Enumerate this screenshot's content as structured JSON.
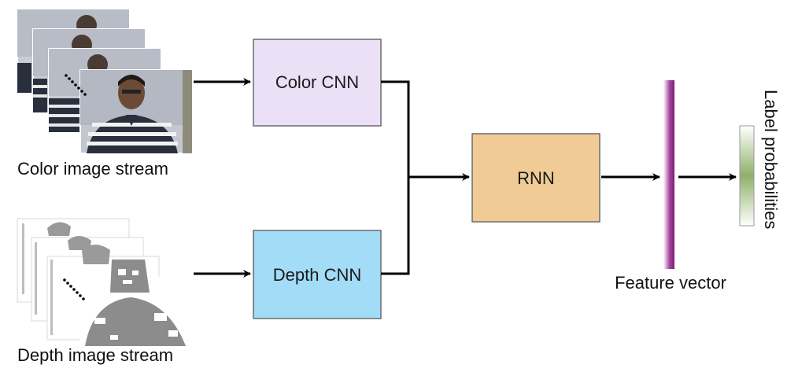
{
  "streams": {
    "color": {
      "caption": "Color image stream",
      "frame_count": 4
    },
    "depth": {
      "caption": "Depth image stream",
      "frame_count": 4
    }
  },
  "blocks": {
    "color_cnn": {
      "label": "Color CNN",
      "fill": "#ece0f7"
    },
    "depth_cnn": {
      "label": "Depth CNN",
      "fill": "#a3dcf7"
    },
    "rnn": {
      "label": "RNN",
      "fill": "#f0cb96"
    }
  },
  "feature_vector": {
    "label": "Feature vector",
    "gradient": [
      "#ffffff",
      "#a6489f",
      "#7a1f74"
    ]
  },
  "label_probabilities": {
    "label": "Label probabilities",
    "gradient": [
      "#ffffff",
      "#8fb06a",
      "#ffffff"
    ]
  },
  "colors": {
    "arrow": "#000000",
    "box_border": "#6b6b6b"
  }
}
